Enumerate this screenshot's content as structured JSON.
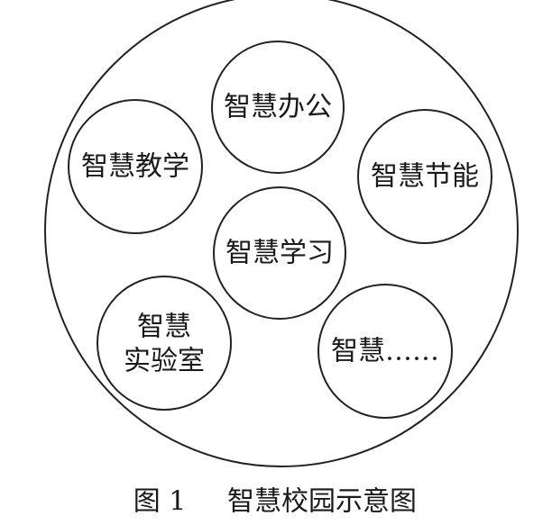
{
  "diagram": {
    "nodes": [
      {
        "id": "office",
        "lines": [
          "智慧办公"
        ]
      },
      {
        "id": "teaching",
        "lines": [
          "智慧教学"
        ]
      },
      {
        "id": "energy",
        "lines": [
          "智慧节能"
        ]
      },
      {
        "id": "learning",
        "lines": [
          "智慧学习"
        ]
      },
      {
        "id": "lab",
        "lines": [
          "智慧",
          "实验室"
        ]
      },
      {
        "id": "more",
        "lines": [
          "智慧……"
        ]
      }
    ]
  },
  "caption": {
    "figure_number": "图 1",
    "title": "智慧校园示意图"
  }
}
